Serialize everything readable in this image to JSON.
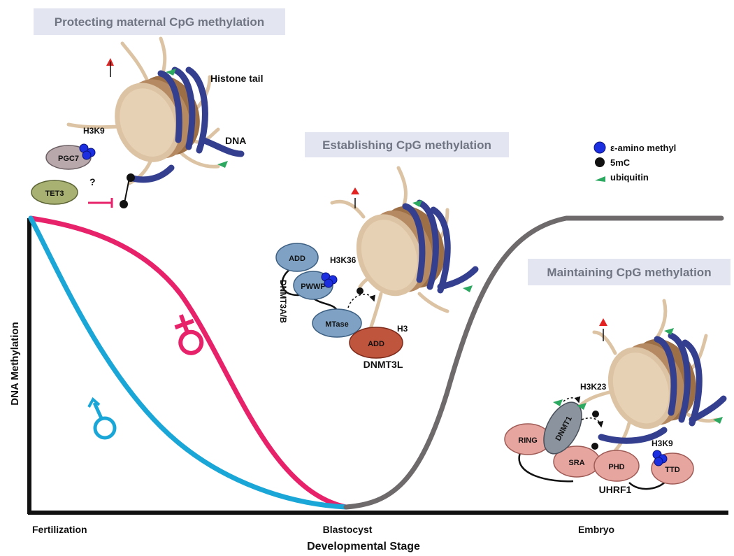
{
  "panels": {
    "protect_title": "Protecting maternal CpG methylation",
    "establish_title": "Establishing CpG methylation",
    "maintain_title": "Maintaining CpG methylation"
  },
  "axes": {
    "ylabel": "DNA Methylation",
    "xlabel": "Developmental Stage",
    "stages": [
      "Fertilization",
      "Blastocyst",
      "Embryo"
    ]
  },
  "legend": {
    "methyl": "ε-amino methyl",
    "fivemc": "5mC",
    "ubiquitin": "ubiquitin"
  },
  "protect": {
    "histone_tail": "Histone tail",
    "dna": "DNA",
    "h3k9": "H3K9",
    "pgc7": "PGC7",
    "tet3": "TET3",
    "question": "?"
  },
  "establish": {
    "add": "ADD",
    "pwwp": "PWWP",
    "mtase": "MTase",
    "add_3l": "ADD",
    "h3k36": "H3K36",
    "h3": "H3",
    "dnmt3ab": "DNMT3A/B",
    "dnmt3l": "DNMT3L"
  },
  "maintain": {
    "ring": "RING",
    "dnmt1": "DNMT1",
    "sra": "SRA",
    "phd": "PHD",
    "ttd": "TTD",
    "h3k23": "H3K23",
    "h3k9": "H3K9",
    "uhrf1": "UHRF1"
  },
  "colors": {
    "maternal": "#e8226a",
    "paternal": "#1aa6d6",
    "embryo": "#6e6a6c",
    "methyl": "#1b2fe0",
    "ubiquitin": "#2da860",
    "dna": "#343f8f",
    "histone_core": "#b58a62",
    "histone_tail": "#dcc3a3",
    "arrow_red": "#e32222",
    "panel_bg": "#e3e5f0"
  },
  "chart_data": {
    "type": "line",
    "categories": [
      "Fertilization",
      "Blastocyst",
      "Embryo"
    ],
    "ylabel": "DNA Methylation",
    "xlabel": "Developmental Stage",
    "series": [
      {
        "name": "♀",
        "values": [
          1.0,
          0.0,
          null
        ]
      },
      {
        "name": "♂",
        "values": [
          1.0,
          0.0,
          null
        ]
      },
      {
        "name": "",
        "values": [
          null,
          0.0,
          1.0
        ]
      }
    ]
  }
}
